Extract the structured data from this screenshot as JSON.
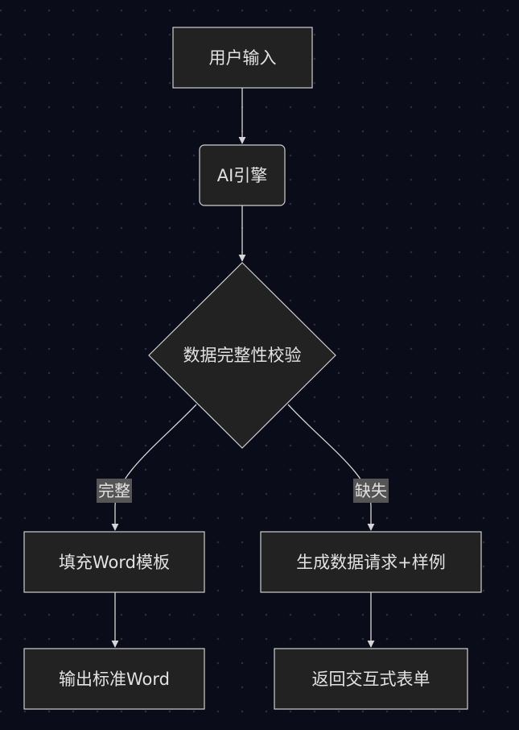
{
  "nodes": {
    "user_input": "用户输入",
    "ai_engine": "AI引擎",
    "validation": "数据完整性校验",
    "fill_template": "填充Word模板",
    "gen_request": "生成数据请求+样例",
    "output_word": "输出标准Word",
    "return_form": "返回交互式表单"
  },
  "edge_labels": {
    "complete": "完整",
    "missing": "缺失"
  }
}
